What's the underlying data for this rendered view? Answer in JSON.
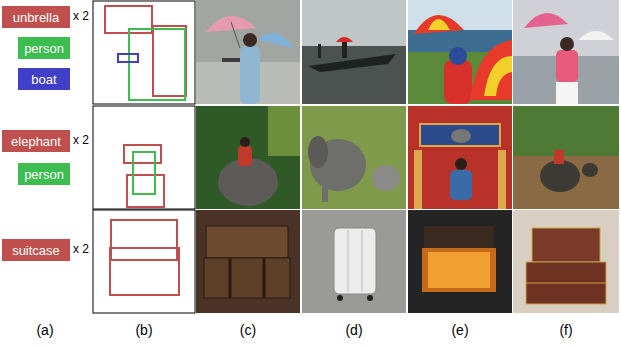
{
  "diagram": {
    "nodes": [
      {
        "text": [
          "unbrella"
        ]
      },
      {
        "text": [
          "person"
        ]
      },
      {
        "text": [
          "boat"
        ]
      },
      {
        "text": [
          "elephant"
        ]
      },
      {
        "text": [
          "person"
        ]
      },
      {
        "text": [
          "suitcase"
        ]
      }
    ],
    "labels": [
      "x 2",
      "x 2",
      "x 2",
      "(a)",
      "(b)",
      "(c)",
      "(d)",
      "(e)",
      "(f)"
    ]
  }
}
